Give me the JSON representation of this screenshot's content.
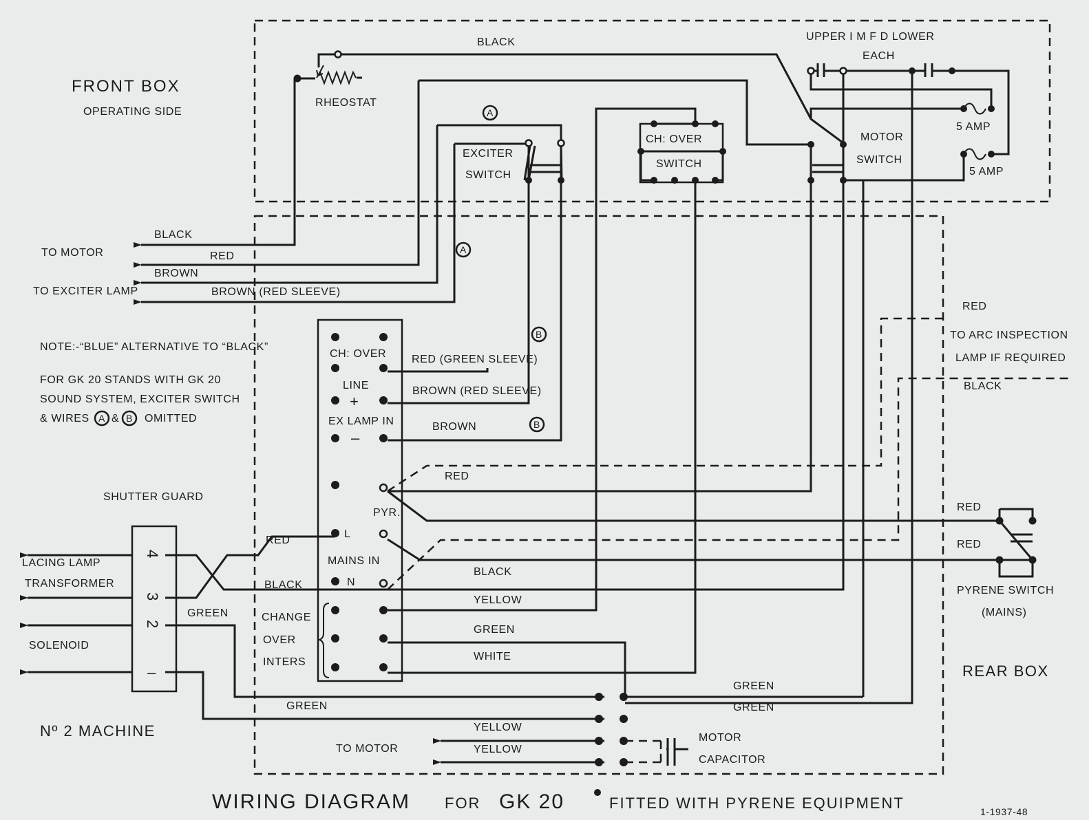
{
  "title": {
    "main": "WIRING DIAGRAM",
    "for": "FOR",
    "model": "GK 20",
    "rest": "FITTED WITH PYRENE EQUIPMENT",
    "ref": "1-1937-48"
  },
  "front_box": {
    "title": "FRONT BOX",
    "subtitle": "OPERATING SIDE",
    "rheostat": "RHEOSTAT",
    "exciter_switch_1": "EXCITER",
    "exciter_switch_2": "SWITCH",
    "ch_over_switch_1": "CH: OVER",
    "ch_over_switch_2": "SWITCH",
    "motor_switch_1": "MOTOR",
    "motor_switch_2": "SWITCH",
    "capacitors_1": "UPPER  I M F D  LOWER",
    "capacitors_2": "EACH",
    "fuse_upper": "5 AMP",
    "fuse_lower": "5 AMP",
    "black_label": "BLACK",
    "marker_a": "A"
  },
  "left_leads": {
    "to_motor": "TO MOTOR",
    "to_exciter_lamp": "TO EXCITER LAMP",
    "black": "BLACK",
    "red": "RED",
    "brown": "BROWN",
    "brown_red_sleeve": "BROWN (RED SLEEVE)",
    "marker_a": "A"
  },
  "notes": {
    "line1": "NOTE:-“BLUE” ALTERNATIVE TO “BLACK”",
    "line2": "FOR GK 20 STANDS WITH GK 20",
    "line3": "SOUND SYSTEM, EXCITER SWITCH",
    "line4_a": "& WIRES",
    "line4_amp": "&",
    "line4_b": "OMITTED",
    "marker_a": "A",
    "marker_b": "B"
  },
  "terminal_block": {
    "ch_over": "CH: OVER",
    "line": "LINE",
    "plus": "+",
    "ex_lamp_in": "EX LAMP IN",
    "minus": "–",
    "pyr": "PYR.",
    "l": "L",
    "mains_in": "MAINS IN",
    "n": "N",
    "change": "CHANGE",
    "over": "OVER",
    "inters": "INTERS"
  },
  "block_wires": {
    "red_green_sleeve": "RED (GREEN SLEEVE)",
    "brown_red_sleeve": "BROWN (RED SLEEVE)",
    "brown": "BROWN",
    "marker_b": "B",
    "red": "RED",
    "black": "BLACK",
    "yellow": "YELLOW",
    "green": "GREEN",
    "white": "WHITE"
  },
  "shutter_guard": {
    "title": "SHUTTER GUARD",
    "t4": "4",
    "t3": "3",
    "t2": "2",
    "t1": "–",
    "lacing_lamp": "LACING LAMP",
    "transformer": "TRANSFORMER",
    "solenoid": "SOLENOID",
    "red": "RED",
    "black": "BLACK",
    "green": "GREEN"
  },
  "rear_box": {
    "title": "REAR BOX",
    "red_top": "RED",
    "arc_1": "TO ARC INSPECTION",
    "arc_2": "LAMP IF REQUIRED",
    "black": "BLACK",
    "red_1": "RED",
    "red_2": "RED",
    "pyrene_1": "PYRENE  SWITCH",
    "pyrene_2": "(MAINS)"
  },
  "machine": {
    "label": "Nº 2 MACHINE",
    "green_1": "GREEN",
    "green_2": "GREEN",
    "green_3": "GREEN",
    "yellow_1": "YELLOW",
    "yellow_2": "YELLOW",
    "to_motor": "TO MOTOR",
    "motor_cap_1": "MOTOR",
    "motor_cap_2": "CAPACITOR"
  }
}
